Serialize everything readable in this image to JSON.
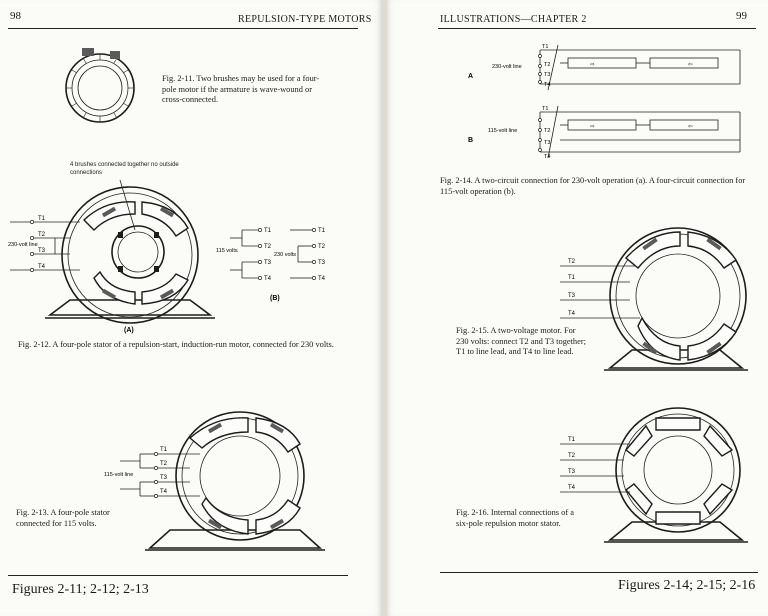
{
  "left_page": {
    "page_number": "98",
    "running_head": "REPULSION-TYPE MOTORS",
    "fig_2_11_caption": "Fig. 2-11.  Two brushes may be used for a four-pole motor if the armature is wave-wound or cross-connected.",
    "fig_2_12_note": "4 brushes connected together no outside connections",
    "fig_2_12_line_label": "230-volt line",
    "fig_2_12_volts_115": "115 volts",
    "fig_2_12_volts_230": "230 volts",
    "fig_2_12_label_a": "(A)",
    "fig_2_12_label_b": "(B)",
    "fig_2_12_caption": "Fig. 2-12.  A four-pole stator of a repulsion-start, induction-run motor, connected for 230 volts.",
    "fig_2_13_line_label": "115-volt line",
    "fig_2_13_caption": "Fig. 2-13.  A four-pole stator connected for 115 volts.",
    "terminals": [
      "T1",
      "T2",
      "T3",
      "T4"
    ],
    "footer": "Figures 2-11; 2-12; 2-13"
  },
  "right_page": {
    "page_number": "99",
    "running_head": "ILLUSTRATIONS—CHAPTER 2",
    "fig_2_14_label_a": "A",
    "fig_2_14_label_b": "B",
    "fig_2_14_line_a": "230-volt line",
    "fig_2_14_line_b": "115-volt line",
    "fig_2_14_caption": "Fig. 2-14.  A two-circuit connection for 230-volt operation (a). A four-circuit connection for 115-volt operation (b).",
    "fig_2_15_caption": "Fig. 2-15.  A two-voltage motor. For 230 volts: connect T2 and T3 together; T1 to line lead, and T4 to line lead.",
    "fig_2_16_caption": "Fig. 2-16.  Internal connections of a six-pole repulsion motor stator.",
    "terminals": [
      "T1",
      "T2",
      "T3",
      "T4"
    ],
    "footer": "Figures 2-14; 2-15; 2-16"
  },
  "colors": {
    "paper": "#fbfbf8",
    "ink": "#1c1c1c",
    "gutter": "#dedbd2"
  }
}
